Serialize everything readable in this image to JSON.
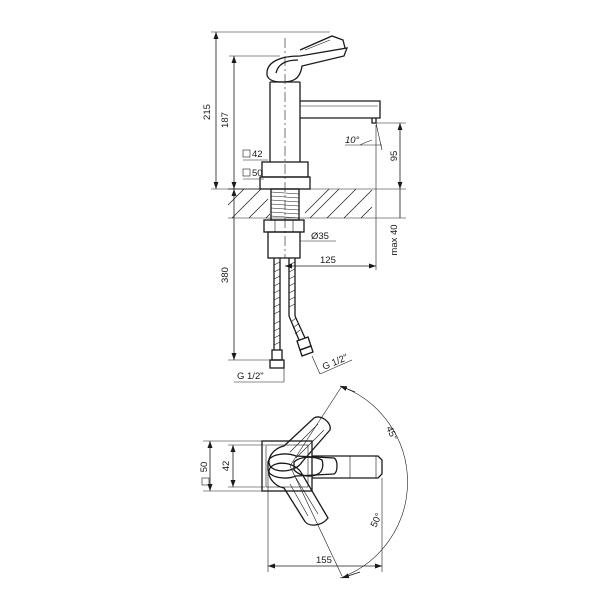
{
  "dimensions": {
    "height_total": "215",
    "height_spout": "187",
    "square_42": "42",
    "square_50": "50",
    "clearance": "95",
    "max_counter": "max 40",
    "angle_spout": "10°",
    "diameter": "Ø35",
    "reach": "125",
    "hose_length": "380",
    "thread_left": "G 1/2\"",
    "thread_right": "G 1/2\"",
    "plan_square_50": "50",
    "plan_42": "42",
    "angle_45": "45°",
    "angle_50": "50°",
    "plan_width": "155"
  }
}
